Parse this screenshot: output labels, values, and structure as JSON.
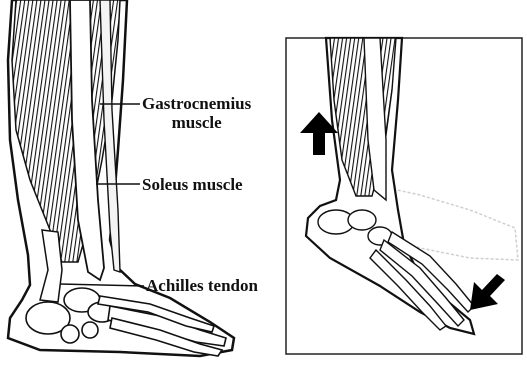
{
  "labels": {
    "gastrocnemius_line1": "Gastrocnemius",
    "gastrocnemius_line2": "muscle",
    "soleus": "Soleus muscle",
    "achilles": "Achilles tendon"
  },
  "colors": {
    "ink": "#111111",
    "paper": "#ffffff",
    "panel_border": "#222222",
    "ghost_foot": "#cfcfcf"
  },
  "icons": {
    "up_arrow": "arrow-up-icon",
    "down_arrow": "arrow-down-left-icon"
  }
}
